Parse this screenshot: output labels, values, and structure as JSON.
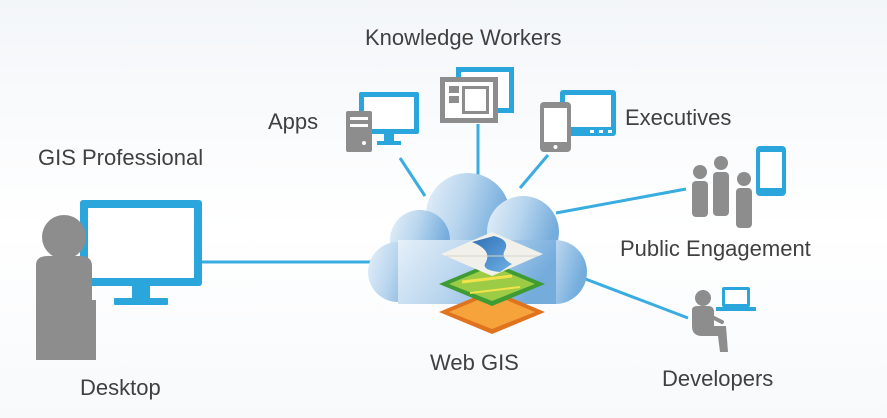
{
  "diagram": {
    "center_label": "Web GIS",
    "nodes": {
      "gis_professional": "GIS Professional",
      "desktop": "Desktop",
      "apps": "Apps",
      "knowledge_workers": "Knowledge Workers",
      "executives": "Executives",
      "public_engagement": "Public Engagement",
      "developers": "Developers"
    },
    "icons": {
      "desktop": "person-at-monitor-icon",
      "apps": "server-and-monitor-icon",
      "knowledge_workers": "stacked-screens-icon",
      "executives": "phone-and-tablet-icon",
      "public_engagement": "group-of-people-with-phone-icon",
      "developers": "person-at-laptop-icon",
      "web_gis": "cloud-icon",
      "map_layers": "map-layers-icon"
    },
    "colors": {
      "accent": "#2aa6dd",
      "connector": "#39ace0",
      "person": "#8d8d8d",
      "cloud_light": "#dcebf7",
      "cloud_dark": "#7db4df",
      "text": "#404040"
    }
  }
}
